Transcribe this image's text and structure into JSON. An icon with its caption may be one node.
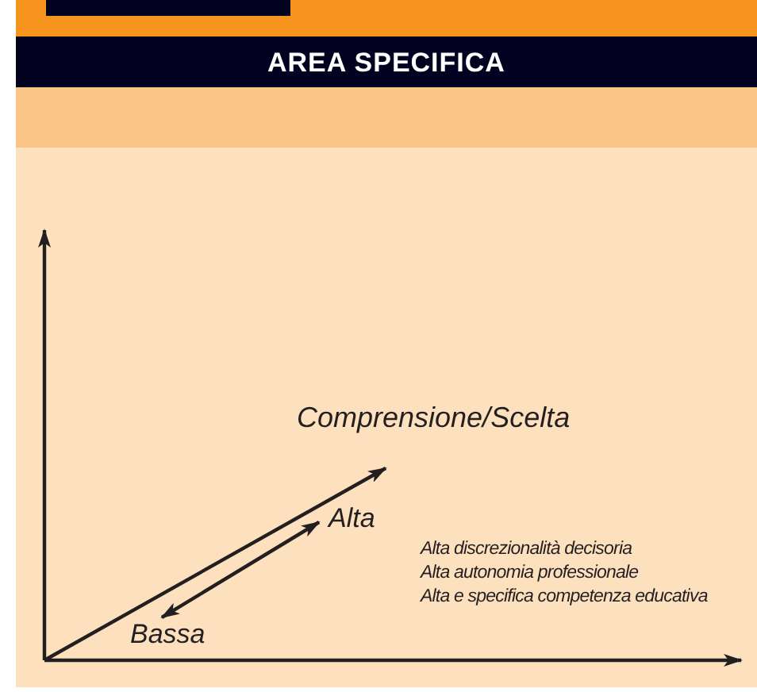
{
  "diagram": {
    "title": "AREA SPECIFICA",
    "nodes": [
      {
        "text": [
          "Comprensione/Scelta"
        ]
      },
      {
        "text": [
          "Alta"
        ]
      },
      {
        "text": [
          "Bassa"
        ]
      }
    ],
    "edges": [
      {
        "from": null,
        "to": 0,
        "arrow": "to"
      },
      {
        "from": 2,
        "to": 1,
        "arrow": "both"
      }
    ],
    "labels": [
      "Alta discrezionalità decisoria",
      "Alta autonomia professionale",
      "Alta e specifica competenza educativa"
    ]
  }
}
